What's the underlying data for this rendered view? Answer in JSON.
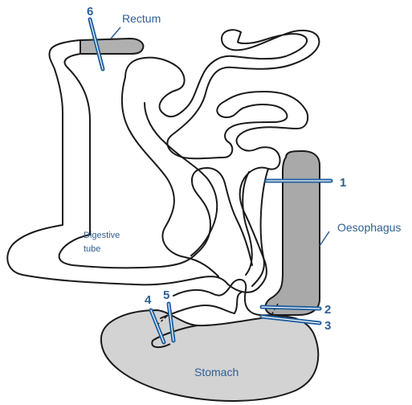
{
  "labels": {
    "rectum": "Rectum",
    "oesophagus": "Oesophagus",
    "stomach": "Stomach",
    "digestive_line1": "Digestive",
    "digestive_line2": "tube"
  },
  "cut_markers": [
    "1",
    "2",
    "3",
    "4",
    "5",
    "6"
  ],
  "colors": {
    "marker_blue": "#1f5e9e",
    "label_blue": "#2e5f92",
    "oesophagus_fill": "#a9a9a9",
    "stomach_fill": "#d3d3d3",
    "rectum_fill": "#b0b0b0",
    "outline": "#1a1a1a"
  }
}
